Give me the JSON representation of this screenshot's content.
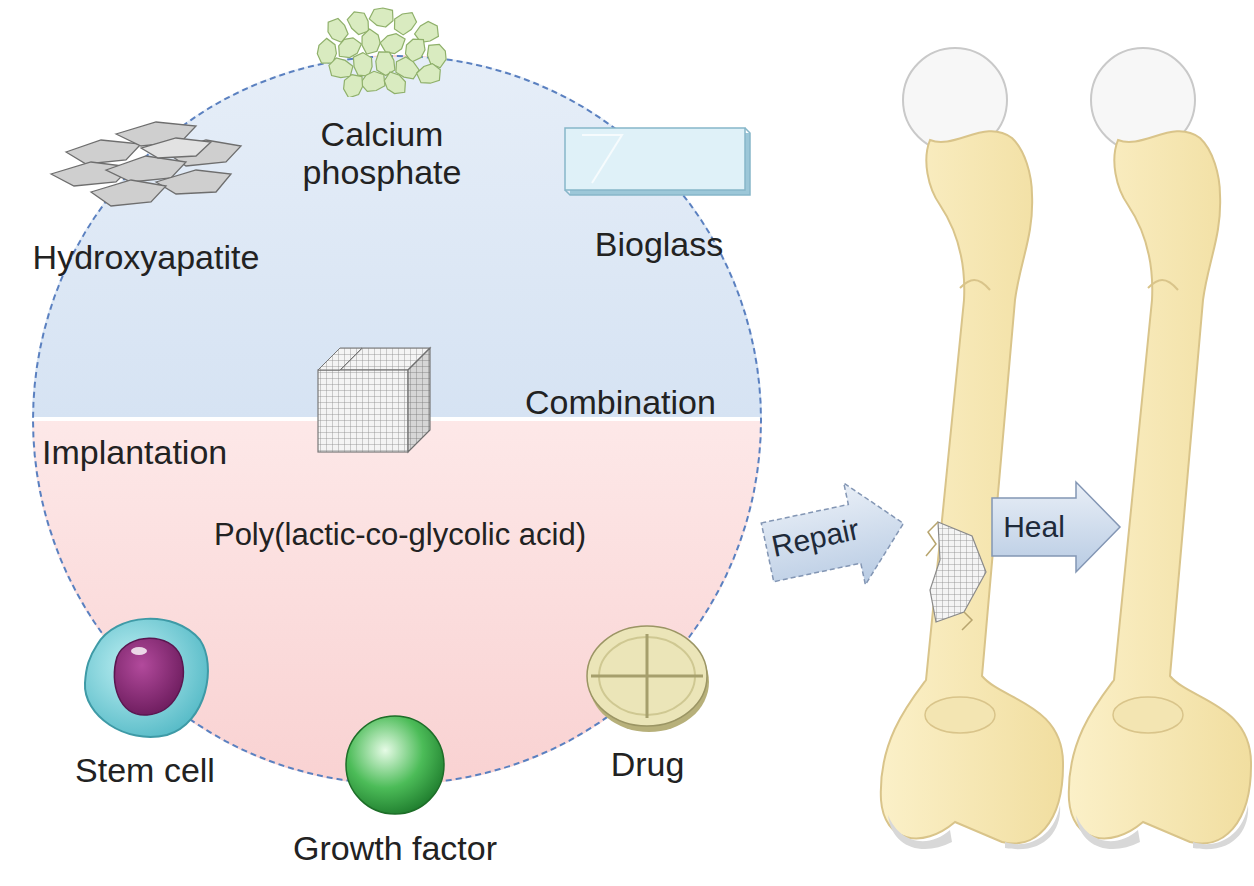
{
  "diagram": {
    "nodes": [
      {
        "text": [
          "Combination",
          "Implantation"
        ]
      },
      {
        "text": [
          "Hydroxyapatite"
        ],
        "in": 0
      },
      {
        "text": [
          "Calcium phosphate"
        ],
        "in": 0
      },
      {
        "text": [
          "Bioglass"
        ],
        "in": 0
      },
      {
        "text": [
          "Poly(lactic-co-glycolic acid)"
        ],
        "in": 0
      },
      {
        "text": [
          "Stem cell"
        ],
        "in": 0
      },
      {
        "text": [
          "Growth factor"
        ],
        "in": 0
      },
      {
        "text": [
          "Drug"
        ],
        "in": 0
      },
      {
        "text": [
          "Repair"
        ]
      },
      {
        "text": [
          "Heal"
        ]
      }
    ],
    "edges": [
      {
        "from": 1,
        "to": 4,
        "arrow": "to"
      },
      {
        "from": 2,
        "to": 4,
        "arrow": "to"
      },
      {
        "from": 3,
        "to": 4,
        "arrow": "to"
      },
      {
        "from": 5,
        "to": 4,
        "arrow": "to"
      },
      {
        "from": 6,
        "to": 4,
        "arrow": "to"
      },
      {
        "from": 7,
        "to": 4,
        "arrow": "to"
      }
    ]
  }
}
